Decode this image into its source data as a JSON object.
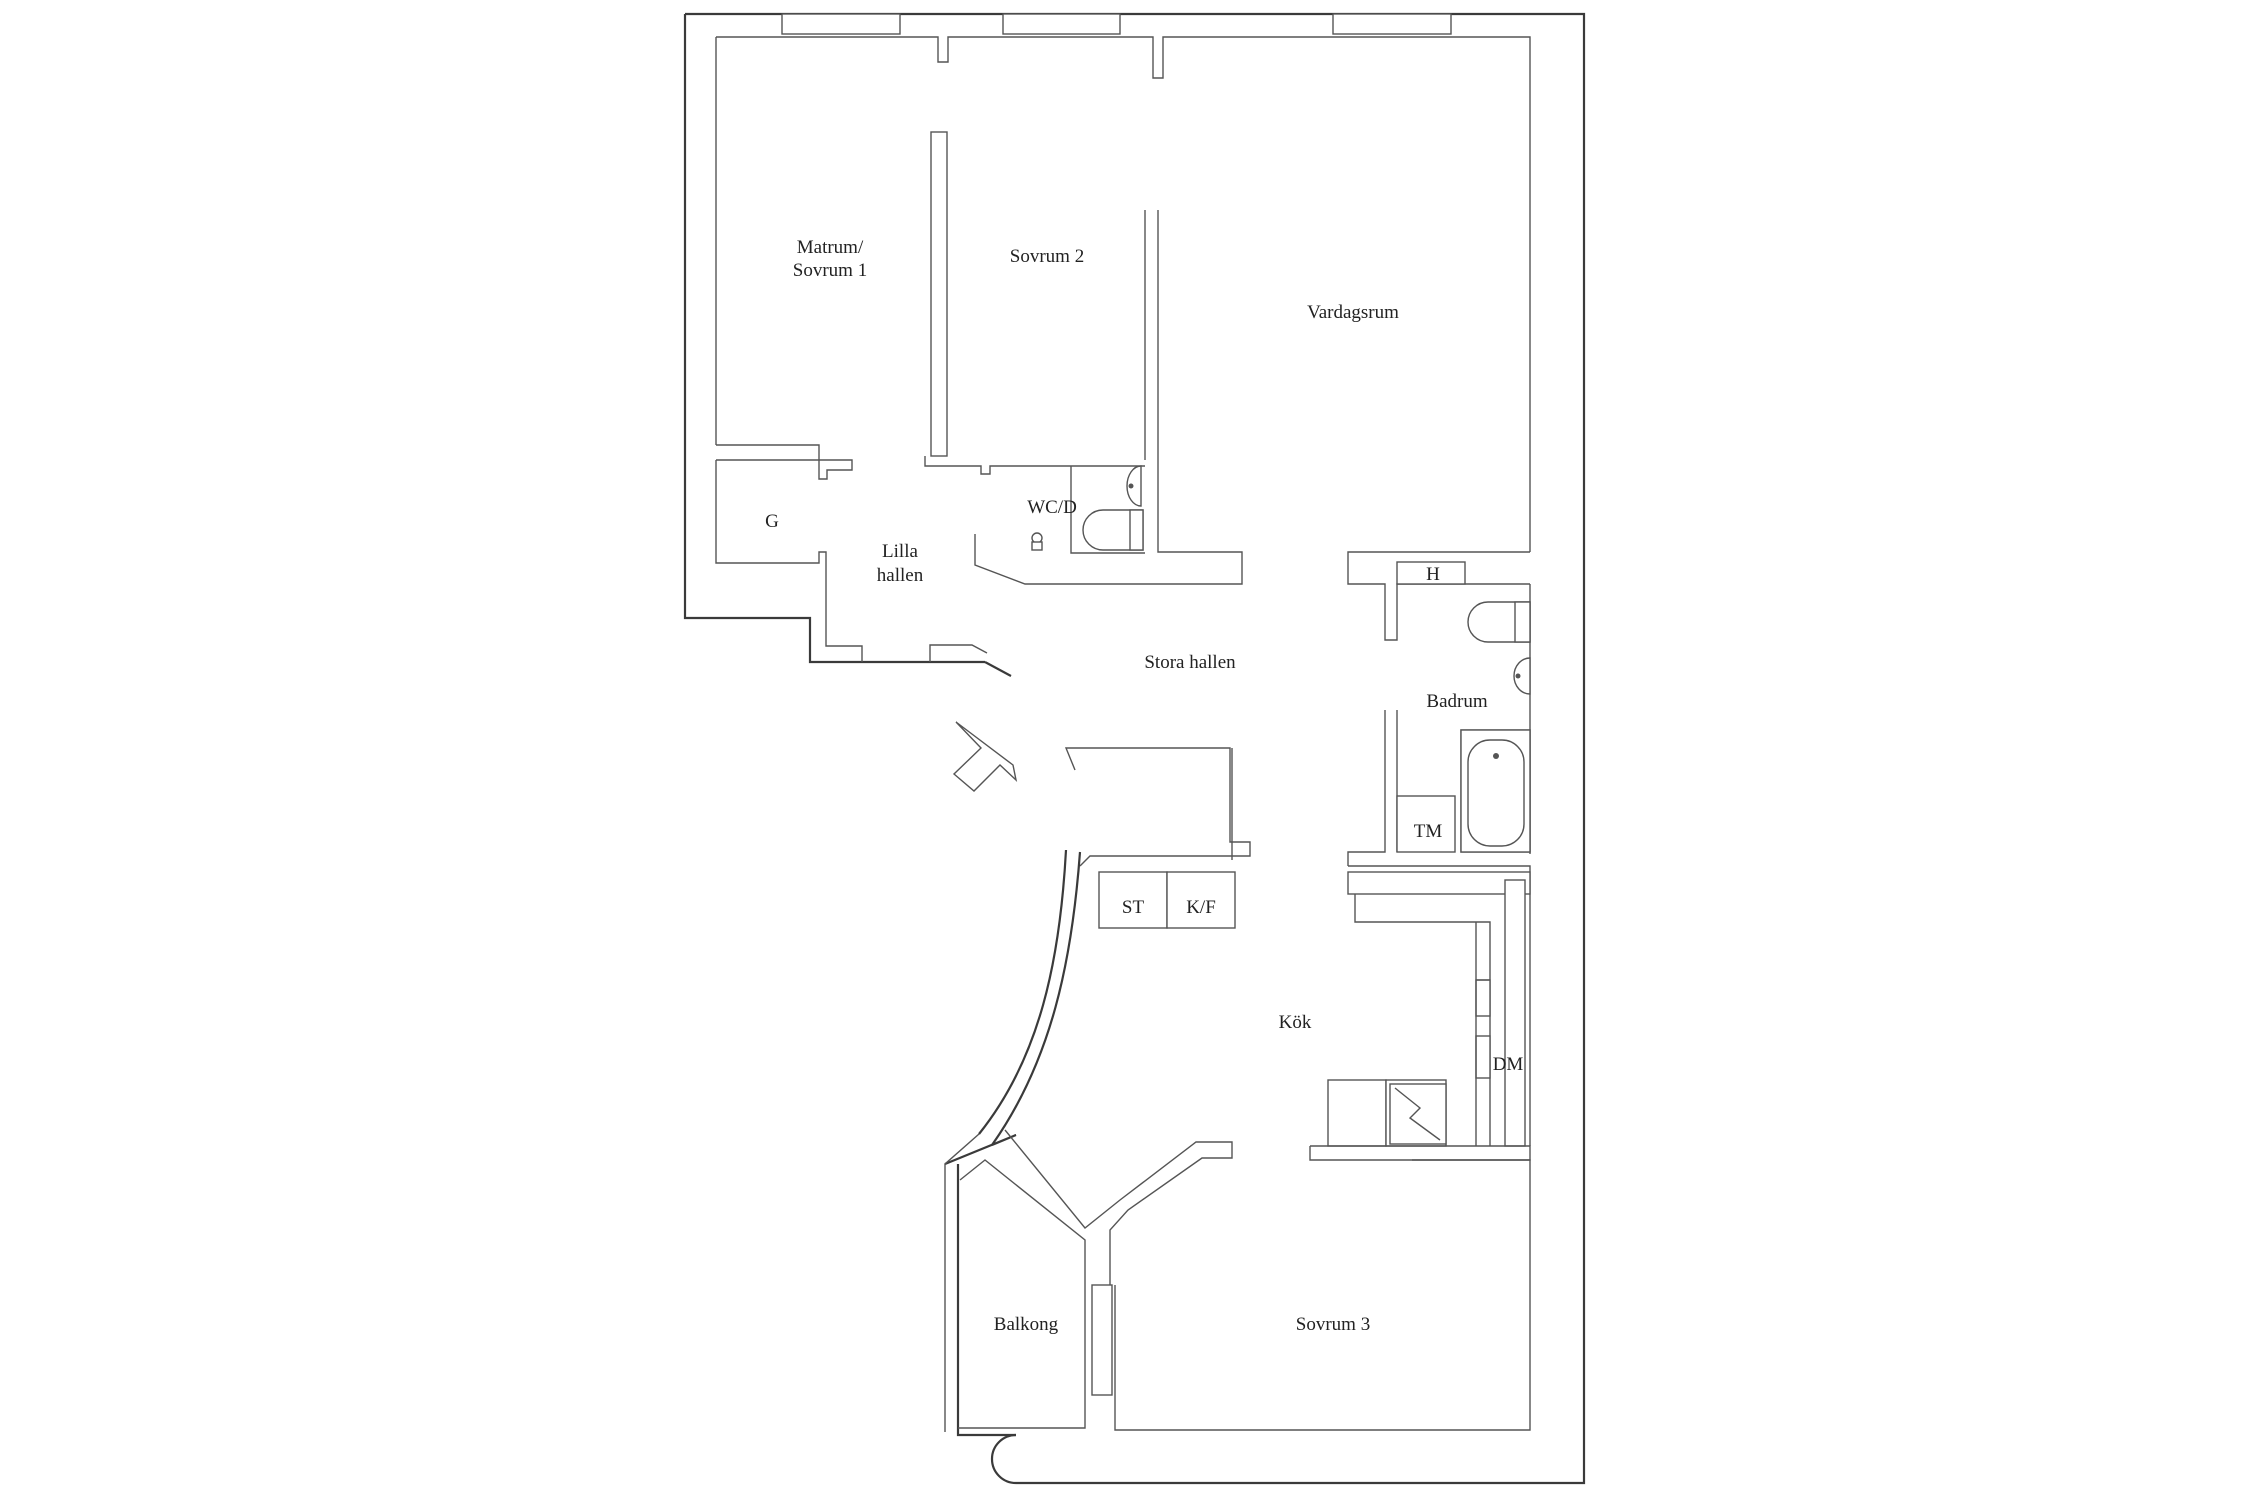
{
  "title": "",
  "rooms": {
    "matrum_line1": "Matrum/",
    "matrum_line2": "Sovrum 1",
    "sovrum2": "Sovrum 2",
    "vardagsrum": "Vardagsrum",
    "g": "G",
    "wcd": "WC/D",
    "lilla_line1": "Lilla",
    "lilla_line2": "hallen",
    "h": "H",
    "stora_hallen": "Stora hallen",
    "badrum": "Badrum",
    "tm": "TM",
    "st": "ST",
    "kf": "K/F",
    "kok": "Kök",
    "dm": "DM",
    "balkong": "Balkong",
    "sovrum3": "Sovrum 3"
  },
  "icons": {
    "entrance": "entrance-arrow-icon",
    "toilet": "toilet-icon",
    "sink": "sink-icon",
    "bathtub": "bathtub-icon",
    "stove": "stove-icon",
    "chimney": "chimney-icon"
  },
  "colors": {
    "line": "#3a3a3a",
    "background": "#ffffff"
  }
}
